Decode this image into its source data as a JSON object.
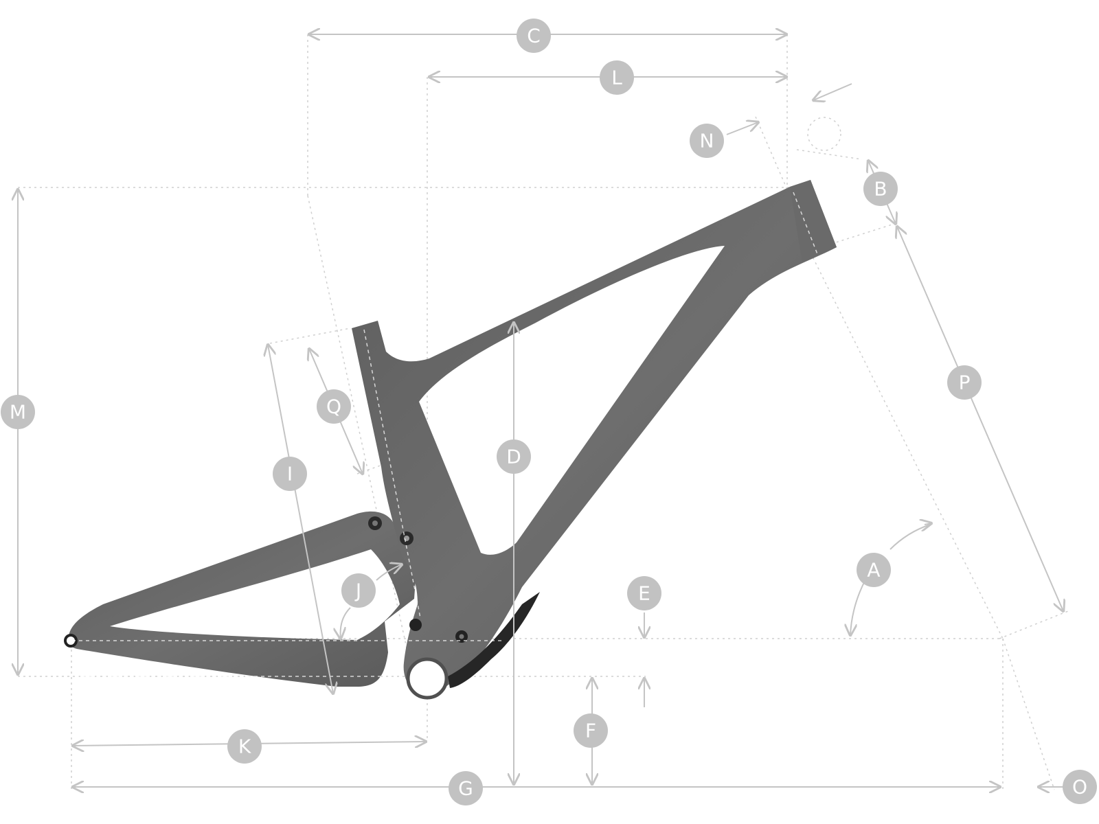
{
  "colors": {
    "frame": "#666666",
    "frame_dark": "#3a3a3a",
    "badge": "#c2c2c2",
    "dimension_line": "#c4c4c4",
    "background": "#ffffff"
  },
  "labels": {
    "A": "A",
    "B": "B",
    "C": "C",
    "D": "D",
    "E": "E",
    "F": "F",
    "G": "G",
    "I": "I",
    "J": "J",
    "K": "K",
    "L": "L",
    "M": "M",
    "N": "N",
    "O": "O",
    "P": "P",
    "Q": "Q"
  }
}
